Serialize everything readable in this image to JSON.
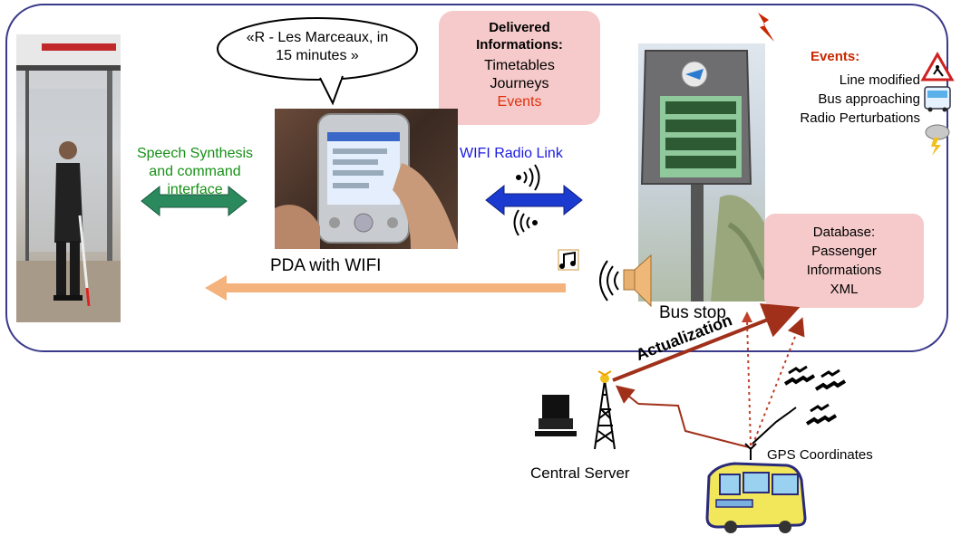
{
  "speech_bubble": {
    "line1": "«R - Les Marceaux, in",
    "line2": "15 minutes »"
  },
  "delivered": {
    "title1": "Delivered",
    "title2": "Informations:",
    "items": [
      "Timetables",
      "Journeys",
      "Events"
    ]
  },
  "speech_synthesis": {
    "line1": "Speech Synthesis",
    "line2": "and command",
    "line3": "interface"
  },
  "wifi_link_label": "WIFI Radio Link",
  "pda_label": "PDA with WIFI",
  "bus_stop_label": "Bus stop",
  "events": {
    "title": "Events:",
    "items": [
      "Line modified",
      "Bus approaching",
      "Radio Perturbations"
    ]
  },
  "database": {
    "line1": "Database:",
    "line2": "Passenger",
    "line3": "Informations",
    "line4": "XML"
  },
  "actualization_label": "Actualization",
  "gps_label": "GPS Coordinates",
  "central_server_label": "Central Server",
  "colors": {
    "frame": "#3a3a8c",
    "pink_box": "#f6caca",
    "green_text": "#169116",
    "blue_text": "#1a1ae0",
    "red_text": "#e0300a",
    "events_title": "#c82800",
    "green_arrow": "#2a8a5e",
    "blue_arrow": "#1a3ad0",
    "orange_arrow": "#f4b27c",
    "dark_red_arrow": "#a0301a"
  }
}
